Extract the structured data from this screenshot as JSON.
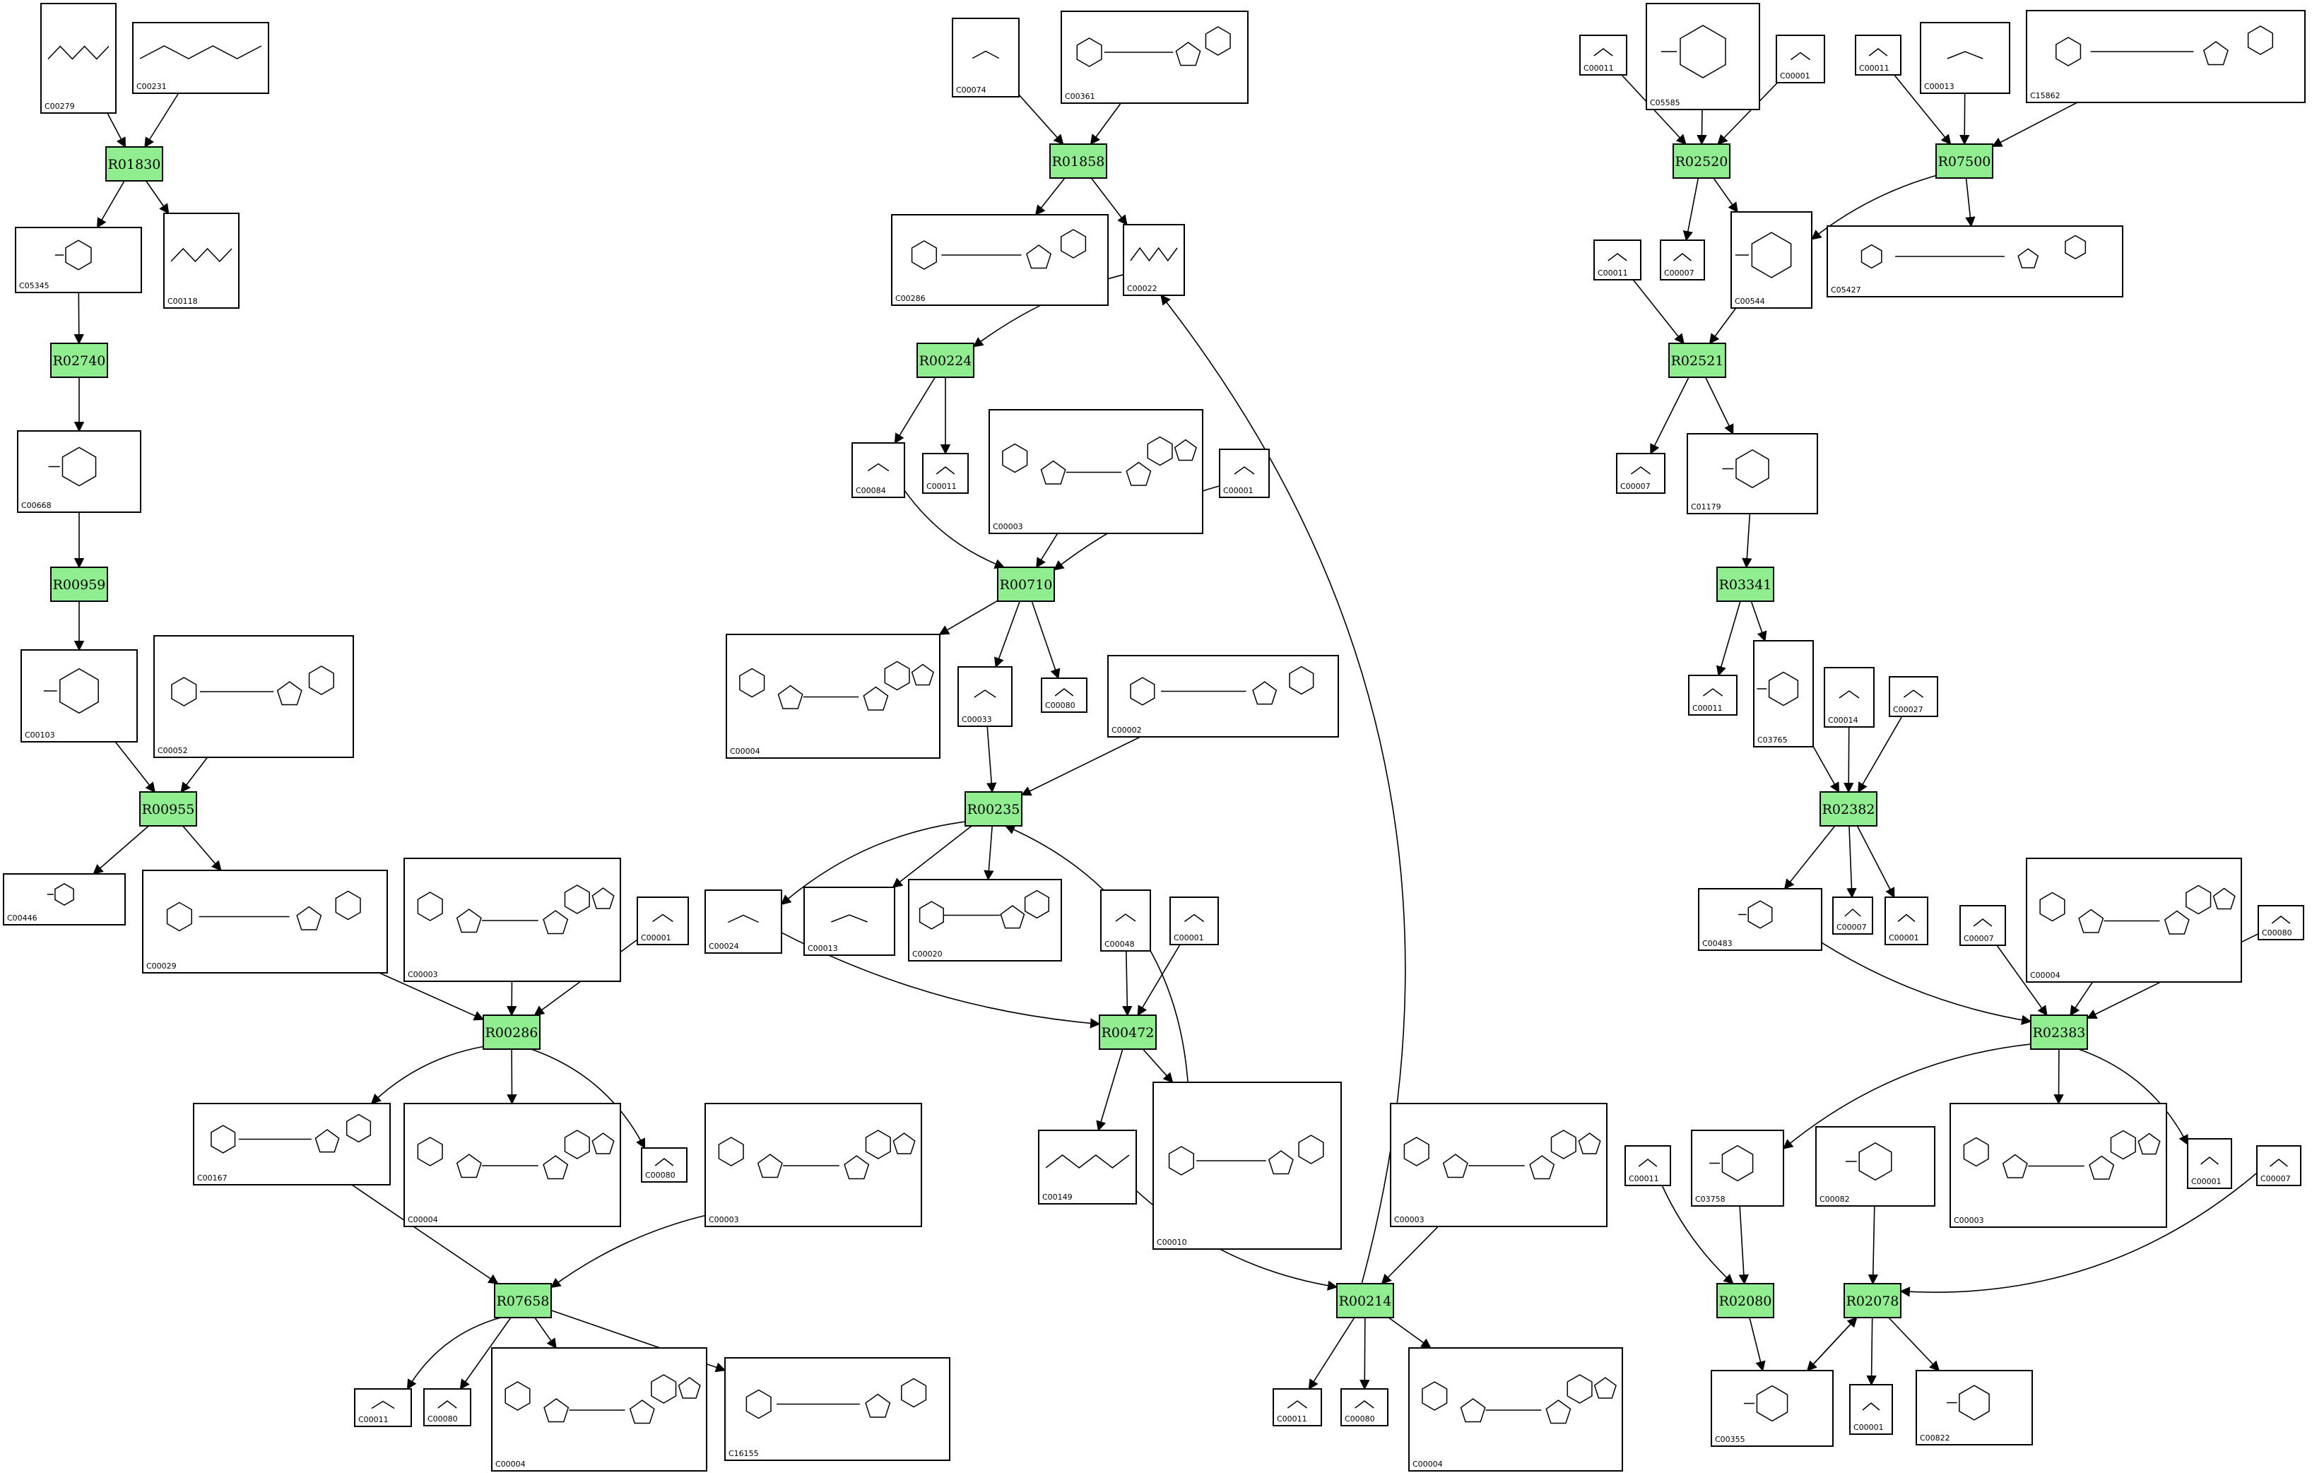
{
  "colors": {
    "reaction_fill": "#90ee90",
    "stroke": "#000000",
    "background": "#ffffff"
  },
  "reactions": [
    {
      "id": "R01830",
      "label": "R01830"
    },
    {
      "id": "R02740",
      "label": "R02740"
    },
    {
      "id": "R00959",
      "label": "R00959"
    },
    {
      "id": "R00955",
      "label": "R00955"
    },
    {
      "id": "R00286",
      "label": "R00286"
    },
    {
      "id": "R07658",
      "label": "R07658"
    },
    {
      "id": "R01858",
      "label": "R01858"
    },
    {
      "id": "R00224",
      "label": "R00224"
    },
    {
      "id": "R00710",
      "label": "R00710"
    },
    {
      "id": "R00235",
      "label": "R00235"
    },
    {
      "id": "R00472",
      "label": "R00472"
    },
    {
      "id": "R00214",
      "label": "R00214"
    },
    {
      "id": "R02520",
      "label": "R02520"
    },
    {
      "id": "R07500",
      "label": "R07500"
    },
    {
      "id": "R02521",
      "label": "R02521"
    },
    {
      "id": "R03341",
      "label": "R03341"
    },
    {
      "id": "R02382",
      "label": "R02382"
    },
    {
      "id": "R02383",
      "label": "R02383"
    },
    {
      "id": "R02080",
      "label": "R02080"
    },
    {
      "id": "R02078",
      "label": "R02078"
    }
  ],
  "compounds": [
    {
      "key": "c00279",
      "label": "C00279"
    },
    {
      "key": "c00231",
      "label": "C00231"
    },
    {
      "key": "c05345",
      "label": "C05345"
    },
    {
      "key": "c00118",
      "label": "C00118"
    },
    {
      "key": "c00668",
      "label": "C00668"
    },
    {
      "key": "c00103",
      "label": "C00103"
    },
    {
      "key": "c00052",
      "label": "C00052"
    },
    {
      "key": "c00446",
      "label": "C00446"
    },
    {
      "key": "c00029",
      "label": "C00029"
    },
    {
      "key": "c00003a",
      "label": "C00003"
    },
    {
      "key": "c00001a",
      "label": "C00001"
    },
    {
      "key": "c00167",
      "label": "C00167"
    },
    {
      "key": "c00004a",
      "label": "C00004"
    },
    {
      "key": "c00080a",
      "label": "C00080"
    },
    {
      "key": "c00003b",
      "label": "C00003"
    },
    {
      "key": "c00011a",
      "label": "C00011"
    },
    {
      "key": "c00080b",
      "label": "C00080"
    },
    {
      "key": "c00004b",
      "label": "C00004"
    },
    {
      "key": "c16155",
      "label": "C16155"
    },
    {
      "key": "c00074",
      "label": "C00074"
    },
    {
      "key": "c00361",
      "label": "C00361"
    },
    {
      "key": "c00286",
      "label": "C00286"
    },
    {
      "key": "c00022",
      "label": "C00022"
    },
    {
      "key": "c00084",
      "label": "C00084"
    },
    {
      "key": "c00011b",
      "label": "C00011"
    },
    {
      "key": "c00003c",
      "label": "C00003"
    },
    {
      "key": "c00001b",
      "label": "C00001"
    },
    {
      "key": "c00004c",
      "label": "C00004"
    },
    {
      "key": "c00033",
      "label": "C00033"
    },
    {
      "key": "c00080c",
      "label": "C00080"
    },
    {
      "key": "c00002",
      "label": "C00002"
    },
    {
      "key": "c00024",
      "label": "C00024"
    },
    {
      "key": "c00013",
      "label": "C00013"
    },
    {
      "key": "c00020",
      "label": "C00020"
    },
    {
      "key": "c00048",
      "label": "C00048"
    },
    {
      "key": "c00001c",
      "label": "C00001"
    },
    {
      "key": "c00149",
      "label": "C00149"
    },
    {
      "key": "c00010",
      "label": "C00010"
    },
    {
      "key": "c00003d",
      "label": "C00003"
    },
    {
      "key": "c00011c",
      "label": "C00011"
    },
    {
      "key": "c00080d",
      "label": "C00080"
    },
    {
      "key": "c00004d",
      "label": "C00004"
    },
    {
      "key": "c00011d",
      "label": "C00011"
    },
    {
      "key": "c05585",
      "label": "C05585"
    },
    {
      "key": "c00001d",
      "label": "C00001"
    },
    {
      "key": "c00011e",
      "label": "C00011"
    },
    {
      "key": "c00013b",
      "label": "C00013"
    },
    {
      "key": "c15862",
      "label": "C15862"
    },
    {
      "key": "c00011f",
      "label": "C00011"
    },
    {
      "key": "c00007a",
      "label": "C00007"
    },
    {
      "key": "c00544",
      "label": "C00544"
    },
    {
      "key": "c05427",
      "label": "C05427"
    },
    {
      "key": "c00007b",
      "label": "C00007"
    },
    {
      "key": "c01179",
      "label": "C01179"
    },
    {
      "key": "c00011g",
      "label": "C00011"
    },
    {
      "key": "c03765",
      "label": "C03765"
    },
    {
      "key": "c00014",
      "label": "C00014"
    },
    {
      "key": "c00027",
      "label": "C00027"
    },
    {
      "key": "c00483",
      "label": "C00483"
    },
    {
      "key": "c00007c",
      "label": "C00007"
    },
    {
      "key": "c00001e",
      "label": "C00001"
    },
    {
      "key": "c00007d",
      "label": "C00007"
    },
    {
      "key": "c00004e",
      "label": "C00004"
    },
    {
      "key": "c00080e",
      "label": "C00080"
    },
    {
      "key": "c00011h",
      "label": "C00011"
    },
    {
      "key": "c03758",
      "label": "C03758"
    },
    {
      "key": "c00082",
      "label": "C00082"
    },
    {
      "key": "c00003e",
      "label": "C00003"
    },
    {
      "key": "c00001f",
      "label": "C00001"
    },
    {
      "key": "c00007e",
      "label": "C00007"
    },
    {
      "key": "c00355",
      "label": "C00355"
    },
    {
      "key": "c00001g",
      "label": "C00001"
    },
    {
      "key": "c00822",
      "label": "C00822"
    }
  ]
}
